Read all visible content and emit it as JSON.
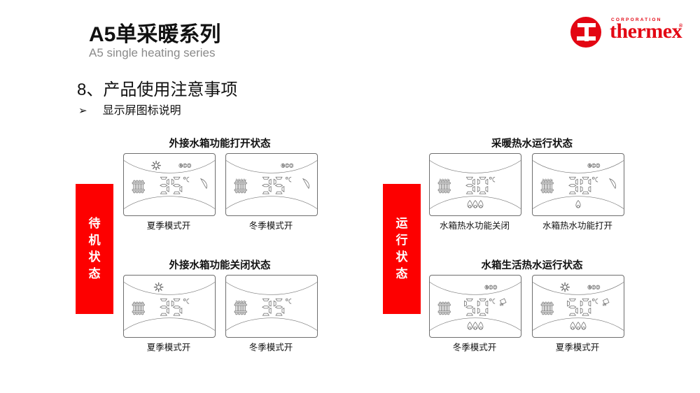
{
  "header": {
    "title": "A5单采暖系列",
    "subtitle": "A5 single heating series",
    "section": "8、产品使用注意事项",
    "bullet_arrow": "➢",
    "bullet": "显示屏图标说明"
  },
  "logo": {
    "corporation": "CORPORATION",
    "wordmark": "thermex",
    "registered": "®",
    "brand_color": "#e30613"
  },
  "colors": {
    "state_bar_red": "#fd0000",
    "lcd_stroke": "#6e6e6e",
    "subtitle_gray": "#8a8a8a"
  },
  "sections": [
    {
      "state_label": "待机状态",
      "state_label_chars": [
        "待",
        "机",
        "状",
        "态"
      ],
      "groups": [
        {
          "title": "外接水箱功能打开状态",
          "panels": [
            {
              "caption": "夏季模式开",
              "temperature": "35",
              "unit": "℃",
              "icons": [
                "sun-icon",
                "eco-icon",
                "radiator-icon",
                "faucet-curve-icon"
              ]
            },
            {
              "caption": "冬季模式开",
              "temperature": "35",
              "unit": "℃",
              "icons": [
                "eco-icon",
                "radiator-heat-icon",
                "faucet-curve-icon"
              ]
            }
          ]
        },
        {
          "title": "外接水箱功能关闭状态",
          "panels": [
            {
              "caption": "夏季模式开",
              "temperature": "35",
              "unit": "℃",
              "icons": [
                "sun-icon",
                "radiator-icon"
              ]
            },
            {
              "caption": "冬季模式开",
              "temperature": "35",
              "unit": "℃",
              "icons": [
                "radiator-heat-icon"
              ]
            }
          ]
        }
      ]
    },
    {
      "state_label": "运行状态",
      "state_label_chars": [
        "运",
        "行",
        "状",
        "态"
      ],
      "groups": [
        {
          "title": "采暖热水运行状态",
          "panels": [
            {
              "caption": "水箱热水功能关闭",
              "temperature": "30",
              "unit": "℃",
              "icons": [
                "radiator-heat-icon",
                "flame-triple-icon"
              ]
            },
            {
              "caption": "水箱热水功能打开",
              "temperature": "30",
              "unit": "℃",
              "icons": [
                "eco-icon",
                "radiator-heat-icon",
                "flame-single-icon",
                "faucet-curve-icon"
              ]
            }
          ]
        },
        {
          "title": "水箱生活热水运行状态",
          "panels": [
            {
              "caption": "冬季模式开",
              "temperature": "50",
              "unit": "℃",
              "icons": [
                "eco-icon",
                "radiator-icon",
                "shower-icon",
                "flame-triple-icon"
              ]
            },
            {
              "caption": "夏季模式开",
              "temperature": "50",
              "unit": "℃",
              "icons": [
                "sun-icon",
                "eco-icon",
                "radiator-icon",
                "shower-icon",
                "flame-triple-icon"
              ]
            }
          ]
        }
      ]
    }
  ],
  "eco_text": "eco"
}
